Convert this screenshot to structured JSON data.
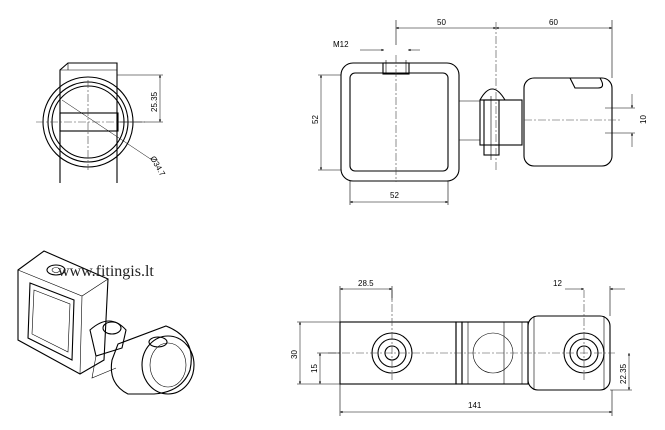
{
  "watermark": "www.fitingis.lt",
  "dimensions": {
    "front_50": "50",
    "front_60": "60",
    "front_m12": "M12",
    "front_52_vertical": "52",
    "front_52_horizontal": "52",
    "front_10": "10",
    "side_25_35": "25.35",
    "side_dia_34_7": "Ø34.7",
    "bottom_28_5": "28.5",
    "bottom_12": "12",
    "bottom_30": "30",
    "bottom_15": "15",
    "bottom_22_35": "22.35",
    "bottom_141": "141"
  }
}
